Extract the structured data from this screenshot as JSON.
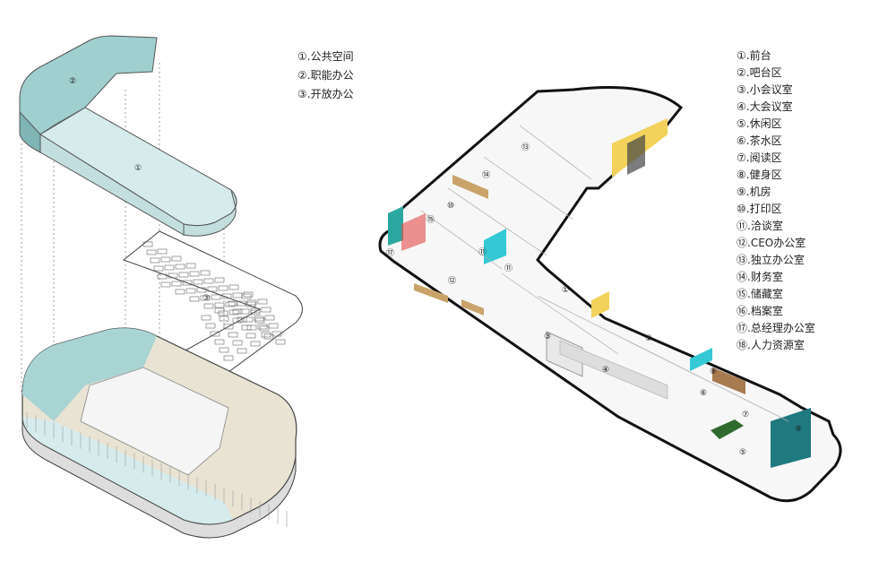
{
  "left_legend": [
    "①.公共空间",
    "②.职能办公",
    "③.开放办公"
  ],
  "right_legend": [
    "①.前台",
    "②.吧台区",
    "③.小会议室",
    "④.大会议室",
    "⑤.休闲区",
    "⑥.茶水区",
    "⑦.阅读区",
    "⑧.健身区",
    "⑨.机房",
    "⑩.打印区",
    "⑪.洽谈室",
    "⑫.CEO办公室",
    "⑬.独立办公室",
    "⑭.财务室",
    "⑮.储藏室",
    "⑯.档案室",
    "⑰.总经理办公室",
    "⑱.人力资源室"
  ],
  "left_markers": [
    "①",
    "②",
    "③"
  ],
  "plan_markers": [
    "①",
    "②",
    "③",
    "④",
    "⑤",
    "⑥",
    "⑦",
    "⑧",
    "⑨",
    "⑩",
    "⑪",
    "⑪",
    "⑫",
    "⑬",
    "⑭",
    "⑮",
    "⑰"
  ],
  "colors": {
    "teal": "#9fcfcf",
    "teal_light": "#d6ecec",
    "beige": "#e9e3d4",
    "yellow": "#f2d25a",
    "cyan": "#35c9d6",
    "dark_teal": "#1f7a80"
  }
}
